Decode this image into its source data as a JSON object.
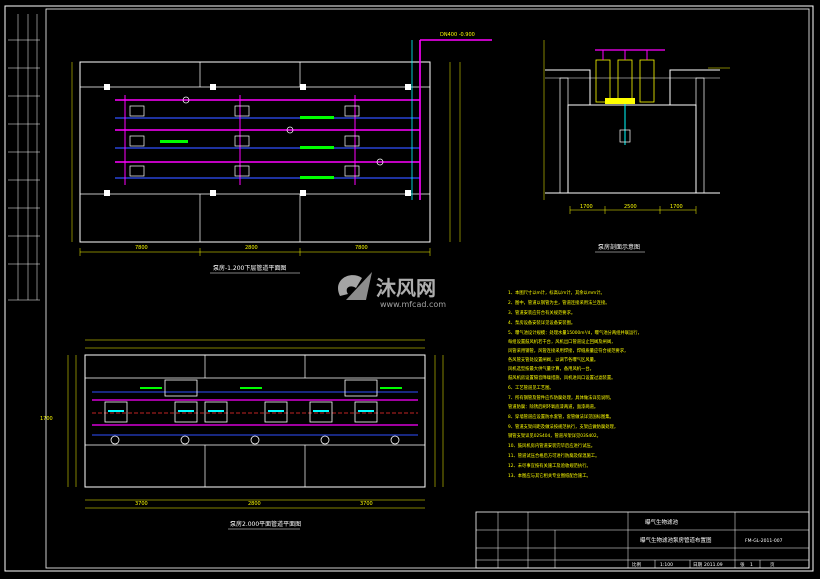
{
  "drawing": {
    "plan_top_title": "泵房-1.200下层管道平面图",
    "plan_bottom_title": "泵房2.000平面管道平面图",
    "section_title": "泵房剖面示意图",
    "watermark_brand": "沐风网",
    "watermark_url": "www.mfcad.com",
    "top_pipe_label": "DN400 -0.900",
    "dimensions": [
      "7800",
      "2800",
      "7800",
      "3700",
      "2800",
      "3700",
      "1700"
    ],
    "section_dims": [
      "1700",
      "2500",
      "1700"
    ],
    "notes": [
      "1、本图尺寸以m计，标高以m计，其余以mm计。",
      "2、图中，管道以钢管为主，管道连接采用法兰连接。",
      "3、管道安装应符合有关规范要求。",
      "4、泵房设备安装详见设备安装图。",
      "5、曝气池设计规模：处理水量15000m³/d，曝气池分两组并联运行，",
      "   每组设置鼓风机若干台，风机出口管道设止回阀及闸阀，",
      "   风管采用钢管，风管连接采用焊接，焊缝质量应符合规范要求，",
      "   各风管支管处设置闸阀，以调节各曝气区风量。",
      "   风机选型按最大供气量计算，备用风机一台。",
      "   鼓风机房设置隔音降噪措施，风机进风口设置过滤装置。",
      "6、工艺管道见工艺图。",
      "7、所有钢管及管件应作防腐处理，具体做法详见说明。",
      "   管道防腐：除锈后刷环氧底漆两道，面漆两道。",
      "8、穿墙管道应设置防水套管，套管做法详见国标图集。",
      "9、管道支架间距及做法按规范执行，支架应做防腐处理，",
      "   钢管支架详见02S404，管道吊架详见03S402。",
      "10、鼓风机房内管道安装完毕后应进行试压。",
      "11、管道试压合格后方可进行防腐及保温施工。",
      "12、未尽事宜按有关施工及验收规范执行。",
      "13、本图应与其它相关专业图纸配合施工。"
    ]
  },
  "title_block": {
    "project": "曝气生物滤池",
    "drawing_name": "曝气生物滤池泵房管道布置图",
    "scale_label": "比例",
    "scale_value": "1:100",
    "date_label": "日期",
    "date_value": "2011.09",
    "sheet_label": "张",
    "sheet_value": "1",
    "revision_label": "页",
    "drawing_no": "FM-GL-2011-007"
  }
}
